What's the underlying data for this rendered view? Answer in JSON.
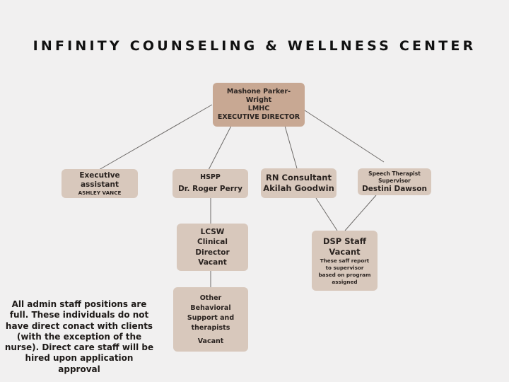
{
  "title": "INFINITY COUNSELING & WELLNESS CENTER",
  "director": {
    "name_line1": "Mashone Parker-",
    "name_line2": "Wright",
    "credential": "LMHC",
    "role": "EXECUTIVE DIRECTOR"
  },
  "executive_assistant": {
    "role_line1": "Executive",
    "role_line2": "assistant",
    "name": "ASHLEY VANCE"
  },
  "hspp": {
    "role": "HSPP",
    "name": "Dr. Roger Perry"
  },
  "rn_consultant": {
    "role": "RN Consultant",
    "name": "Akilah Goodwin"
  },
  "speech_supervisor": {
    "role_line1": "Speech Therapist",
    "role_line2": "Supervisor",
    "name": "Destini Dawson"
  },
  "lcsw": {
    "line1": "LCSW",
    "line2": "Clinical",
    "line3": "Director",
    "line4": "Vacant"
  },
  "other_behavioral": {
    "line1": "Other",
    "line2": "Behavioral",
    "line3": "Support and",
    "line4": "therapists",
    "status": "Vacant"
  },
  "dsp_staff": {
    "role": "DSP Staff",
    "status": "Vacant",
    "note_line1": "These saff report",
    "note_line2": "to supervisor",
    "note_line3": "based on program",
    "note_line4": "assigned"
  },
  "footnote": "All admin staff positions are full. These individuals do not have direct conact with clients (with the exception of the nurse). Direct care staff will be hired upon application approval",
  "colors": {
    "background": "#f1f0f0",
    "director_box": "#c8a893",
    "box": "#d8c8bc",
    "connector": "#6d6a68"
  }
}
